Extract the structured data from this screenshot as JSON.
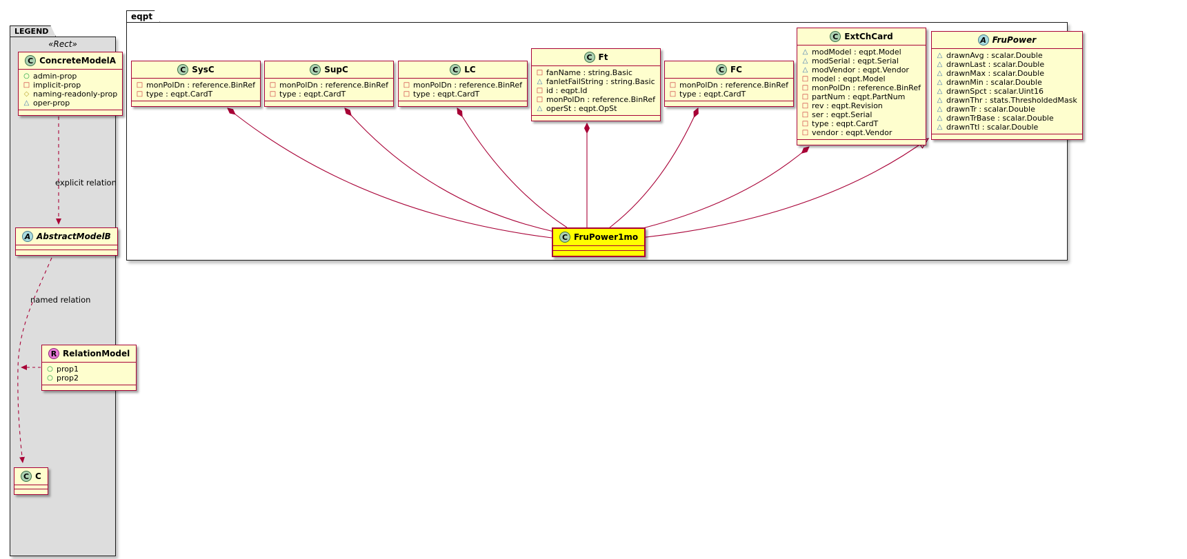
{
  "glyphs": {
    "circle": "○",
    "square": "□",
    "diamond": "◇",
    "triangle": "△"
  },
  "icons": {
    "class": "C",
    "abstract": "A",
    "relation": "R"
  },
  "colors": {
    "class_border": "#A80036",
    "class_bg": "#FEFECE",
    "highlight_bg": "#FFFF00",
    "legend_bg": "#DDDDDD",
    "class_icon_bg": "#ADD1B2",
    "abstract_icon_bg": "#A9DCDF",
    "relation_icon_bg": "#E97AD8"
  },
  "legend": {
    "tab": "LEGEND",
    "stereotype": "«Rect»",
    "explicit_label": "explicit relation",
    "named_label": "named relation",
    "concrete": {
      "name": "ConcreteModelA",
      "fields": [
        {
          "vis": "circle",
          "text": "admin-prop"
        },
        {
          "vis": "square",
          "text": "implicit-prop"
        },
        {
          "vis": "diamond",
          "text": "naming-readonly-prop"
        },
        {
          "vis": "triangle",
          "text": "oper-prop"
        }
      ]
    },
    "abstract": {
      "name": "AbstractModelB"
    },
    "relation": {
      "name": "RelationModel",
      "fields": [
        {
          "vis": "circle",
          "text": "prop1"
        },
        {
          "vis": "circle",
          "text": "prop2"
        }
      ]
    },
    "c": {
      "name": "C"
    }
  },
  "eqpt": {
    "tab": "eqpt",
    "classes": [
      {
        "name": "SysC",
        "fields": [
          {
            "vis": "square",
            "text": "monPolDn : reference.BinRef"
          },
          {
            "vis": "square",
            "text": "type : eqpt.CardT"
          }
        ]
      },
      {
        "name": "SupC",
        "fields": [
          {
            "vis": "square",
            "text": "monPolDn : reference.BinRef"
          },
          {
            "vis": "square",
            "text": "type : eqpt.CardT"
          }
        ]
      },
      {
        "name": "LC",
        "fields": [
          {
            "vis": "square",
            "text": "monPolDn : reference.BinRef"
          },
          {
            "vis": "square",
            "text": "type : eqpt.CardT"
          }
        ]
      },
      {
        "name": "Ft",
        "fields": [
          {
            "vis": "square",
            "text": "fanName : string.Basic"
          },
          {
            "vis": "triangle",
            "text": "fanletFailString : string.Basic"
          },
          {
            "vis": "square",
            "text": "id : eqpt.Id"
          },
          {
            "vis": "square",
            "text": "monPolDn : reference.BinRef"
          },
          {
            "vis": "triangle",
            "text": "operSt : eqpt.OpSt"
          }
        ]
      },
      {
        "name": "FC",
        "fields": [
          {
            "vis": "square",
            "text": "monPolDn : reference.BinRef"
          },
          {
            "vis": "square",
            "text": "type : eqpt.CardT"
          }
        ]
      },
      {
        "name": "ExtChCard",
        "fields": [
          {
            "vis": "triangle",
            "text": "modModel : eqpt.Model"
          },
          {
            "vis": "triangle",
            "text": "modSerial : eqpt.Serial"
          },
          {
            "vis": "triangle",
            "text": "modVendor : eqpt.Vendor"
          },
          {
            "vis": "square",
            "text": "model : eqpt.Model"
          },
          {
            "vis": "square",
            "text": "monPolDn : reference.BinRef"
          },
          {
            "vis": "square",
            "text": "partNum : eqpt.PartNum"
          },
          {
            "vis": "square",
            "text": "rev : eqpt.Revision"
          },
          {
            "vis": "square",
            "text": "ser : eqpt.Serial"
          },
          {
            "vis": "square",
            "text": "type : eqpt.CardT"
          },
          {
            "vis": "square",
            "text": "vendor : eqpt.Vendor"
          }
        ]
      },
      {
        "name": "FruPower",
        "abstract": true,
        "fields": [
          {
            "vis": "triangle",
            "text": "drawnAvg : scalar.Double"
          },
          {
            "vis": "triangle",
            "text": "drawnLast : scalar.Double"
          },
          {
            "vis": "triangle",
            "text": "drawnMax : scalar.Double"
          },
          {
            "vis": "triangle",
            "text": "drawnMin : scalar.Double"
          },
          {
            "vis": "triangle",
            "text": "drawnSpct : scalar.Uint16"
          },
          {
            "vis": "triangle",
            "text": "drawnThr : stats.ThresholdedMask"
          },
          {
            "vis": "triangle",
            "text": "drawnTr : scalar.Double"
          },
          {
            "vis": "triangle",
            "text": "drawnTrBase : scalar.Double"
          },
          {
            "vis": "triangle",
            "text": "drawnTtl : scalar.Double"
          }
        ]
      }
    ],
    "highlight": {
      "name": "FruPower1mo"
    }
  }
}
